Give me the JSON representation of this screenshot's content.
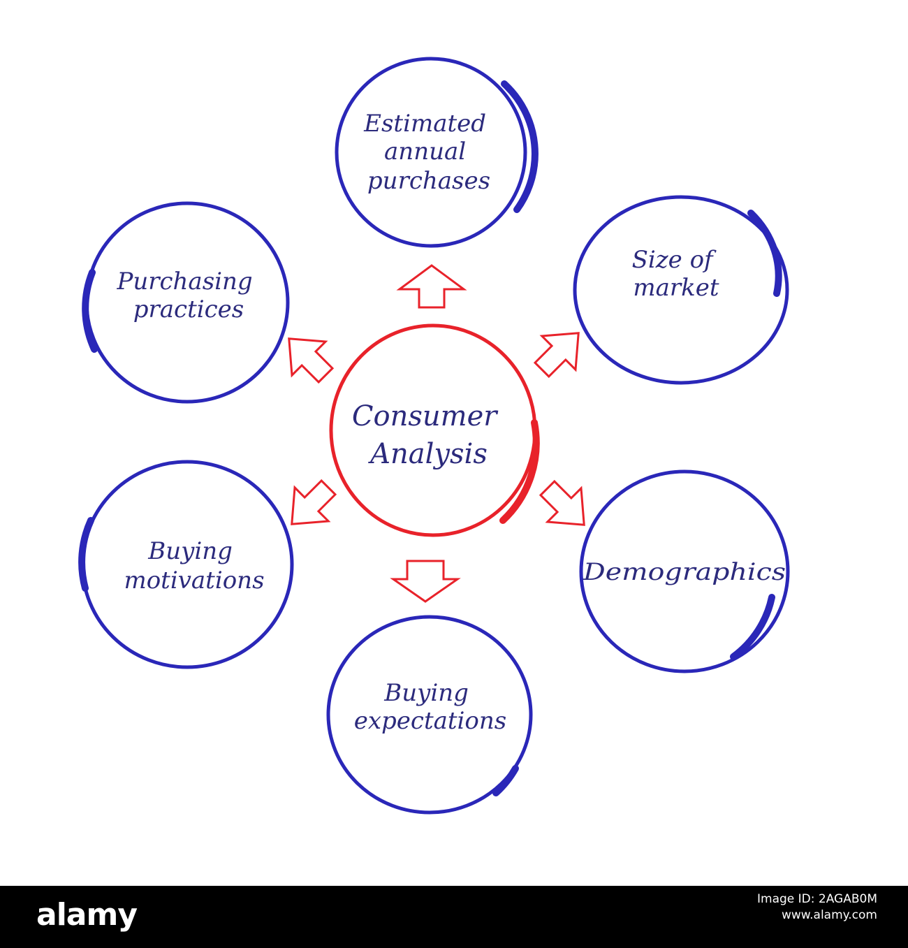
{
  "diagram": {
    "center": {
      "label_lines": [
        "Consumer",
        "Analysis"
      ]
    },
    "nodes": [
      {
        "id": "estimated-annual-purchases",
        "label_lines": [
          "Estimated",
          "annual",
          "purchases"
        ]
      },
      {
        "id": "size-of-market",
        "label_lines": [
          "Size of",
          "market"
        ]
      },
      {
        "id": "demographics",
        "label_lines": [
          "Demographics"
        ]
      },
      {
        "id": "buying-expectations",
        "label_lines": [
          "Buying",
          "expectations"
        ]
      },
      {
        "id": "buying-motivations",
        "label_lines": [
          "Buying",
          "motivations"
        ]
      },
      {
        "id": "purchasing-practices",
        "label_lines": [
          "Purchasing",
          "practices"
        ]
      }
    ],
    "colors": {
      "center_circle": "#e8222a",
      "node_circle": "#2a27b8",
      "arrow": "#e8222a",
      "text": "#2b2a7c"
    }
  },
  "footer": {
    "logo": "alamy",
    "image_id": "Image ID: 2AGAB0M",
    "site": "www.alamy.com"
  }
}
